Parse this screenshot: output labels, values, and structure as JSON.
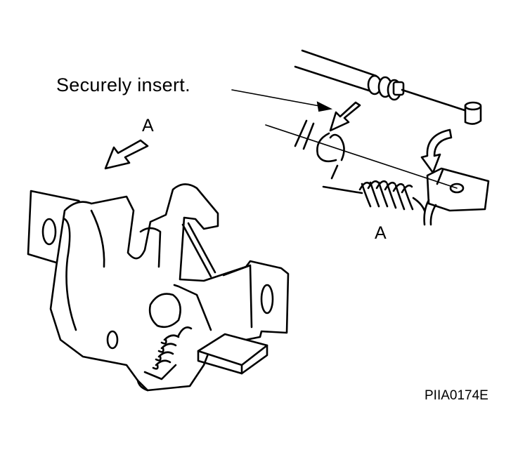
{
  "labels": {
    "insert_note": "Securely insert.",
    "view_a_left": "A",
    "view_a_right": "A",
    "figure_code": "PIIA0174E"
  },
  "colors": {
    "ink": "#000000",
    "background": "#ffffff"
  }
}
